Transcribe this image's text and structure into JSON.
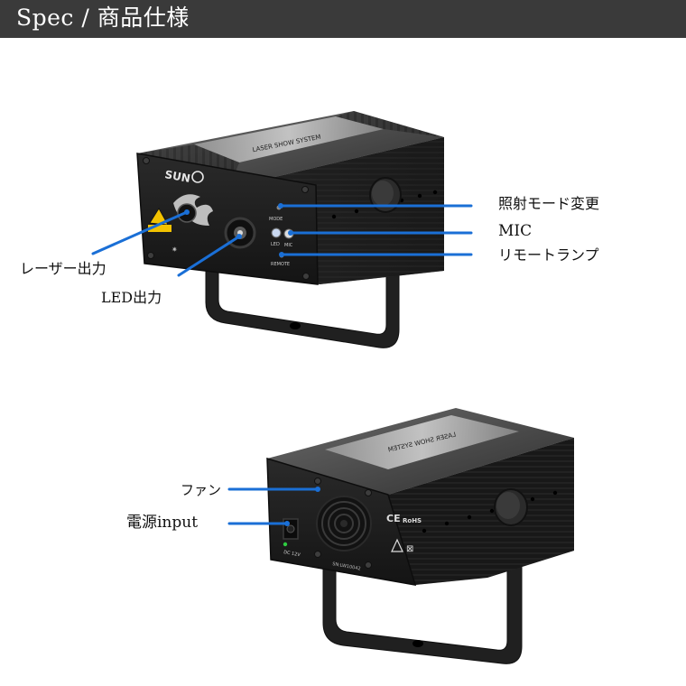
{
  "header": {
    "title": "Spec / 商品仕様",
    "bg_color": "#3a3a3a"
  },
  "accent_color": "#1a6fd6",
  "device_front": {
    "brand": "SUN",
    "top_label": "LASER SHOW SYSTEM",
    "labels": {
      "mode": "MODE",
      "led": "LED",
      "mic": "MIC",
      "remote": "REMOTE"
    }
  },
  "device_back": {
    "top_label": "LASER SHOW SYSTEM",
    "dc_label": "DC 12V",
    "serial": "SN:LW10042",
    "marks": {
      "ce": "CE",
      "rohs": "RoHS"
    }
  },
  "callouts": {
    "mode_switch": "照射モード変更",
    "mic": "MIC",
    "remote_lamp": "リモートランプ",
    "laser_output": "レーザー出力",
    "led_output": "LED出力",
    "fan": "ファン",
    "power_input": "電源input"
  }
}
